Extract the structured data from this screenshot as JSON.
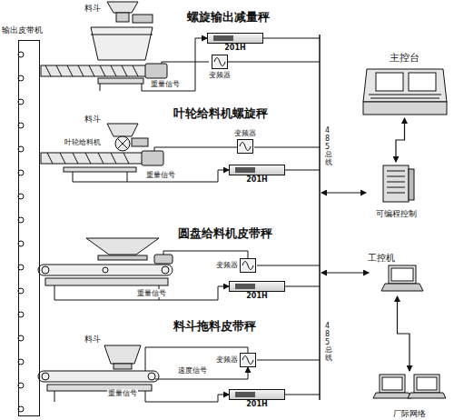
{
  "diagram": {
    "nodes": [
      {
        "text": [
          "输出皮带机"
        ]
      },
      {
        "text": [
          "201H"
        ]
      },
      {
        "text": [
          "变频器"
        ]
      },
      {
        "text": [
          "变频器"
        ]
      },
      {
        "text": [
          "201H"
        ]
      },
      {
        "text": [
          "变频器"
        ]
      },
      {
        "text": [
          "201H"
        ]
      },
      {
        "text": [
          "变频器"
        ]
      },
      {
        "text": [
          "201H"
        ]
      },
      {
        "text": [
          "主控台"
        ]
      },
      {
        "text": [
          "可编程控制"
        ]
      },
      {
        "text": [
          "工控机"
        ]
      },
      {
        "text": [
          "厂际网络"
        ]
      }
    ],
    "edges": [
      {
        "from": 9,
        "to": 10,
        "arrow": "both"
      },
      {
        "from": 11,
        "to": 12,
        "arrow": "both"
      }
    ],
    "labels": [
      "螺旋输出减量秤",
      "料斗",
      "重量信号",
      "叶轮给料机螺旋秤",
      "料斗",
      "叶轮给料机",
      "重量信号",
      "圆盘给料机皮带秤",
      "重量信号",
      "料斗拖料皮带秤",
      "料斗",
      "速度信号",
      "重量信号",
      "485总线",
      "485总线"
    ]
  }
}
